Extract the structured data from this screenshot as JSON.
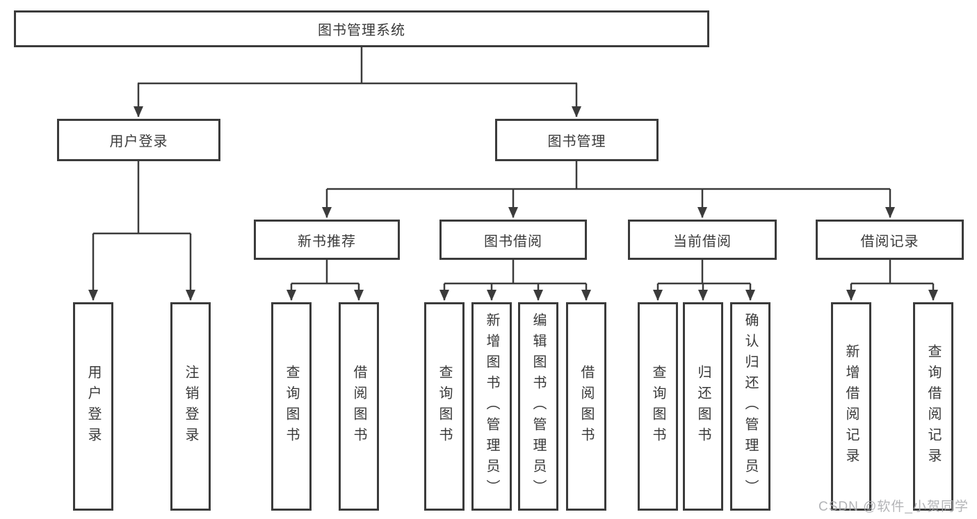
{
  "diagram": {
    "root": {
      "label": "图书管理系统"
    },
    "level2": [
      {
        "label": "用户登录"
      },
      {
        "label": "图书管理"
      }
    ],
    "level3": [
      {
        "label": "新书推荐",
        "parent": "图书管理"
      },
      {
        "label": "图书借阅",
        "parent": "图书管理"
      },
      {
        "label": "当前借阅",
        "parent": "图书管理"
      },
      {
        "label": "借阅记录",
        "parent": "图书管理"
      }
    ],
    "leaves": [
      {
        "label": "用户登录",
        "parent": "用户登录"
      },
      {
        "label": "注销登录",
        "parent": "用户登录"
      },
      {
        "label": "查询图书",
        "parent": "新书推荐"
      },
      {
        "label": "借阅图书",
        "parent": "新书推荐"
      },
      {
        "label": "查询图书",
        "parent": "图书借阅"
      },
      {
        "label": "新增图书（管理员）",
        "parent": "图书借阅"
      },
      {
        "label": "编辑图书（管理员）",
        "parent": "图书借阅"
      },
      {
        "label": "借阅图书",
        "parent": "图书借阅"
      },
      {
        "label": "查询图书",
        "parent": "当前借阅"
      },
      {
        "label": "归还图书",
        "parent": "当前借阅"
      },
      {
        "label": "确认归还（管理员）",
        "parent": "当前借阅"
      },
      {
        "label": "新增借阅记录",
        "parent": "借阅记录"
      },
      {
        "label": "查询借阅记录",
        "parent": "借阅记录"
      }
    ]
  },
  "watermark": {
    "text": "CSDN @软件_小贺同学"
  },
  "colors": {
    "line": "#3b3b3b",
    "text": "#3a3a3a",
    "box_background": "#ffffff",
    "page_background": "#ffffff",
    "watermark": "#a8aaad"
  }
}
